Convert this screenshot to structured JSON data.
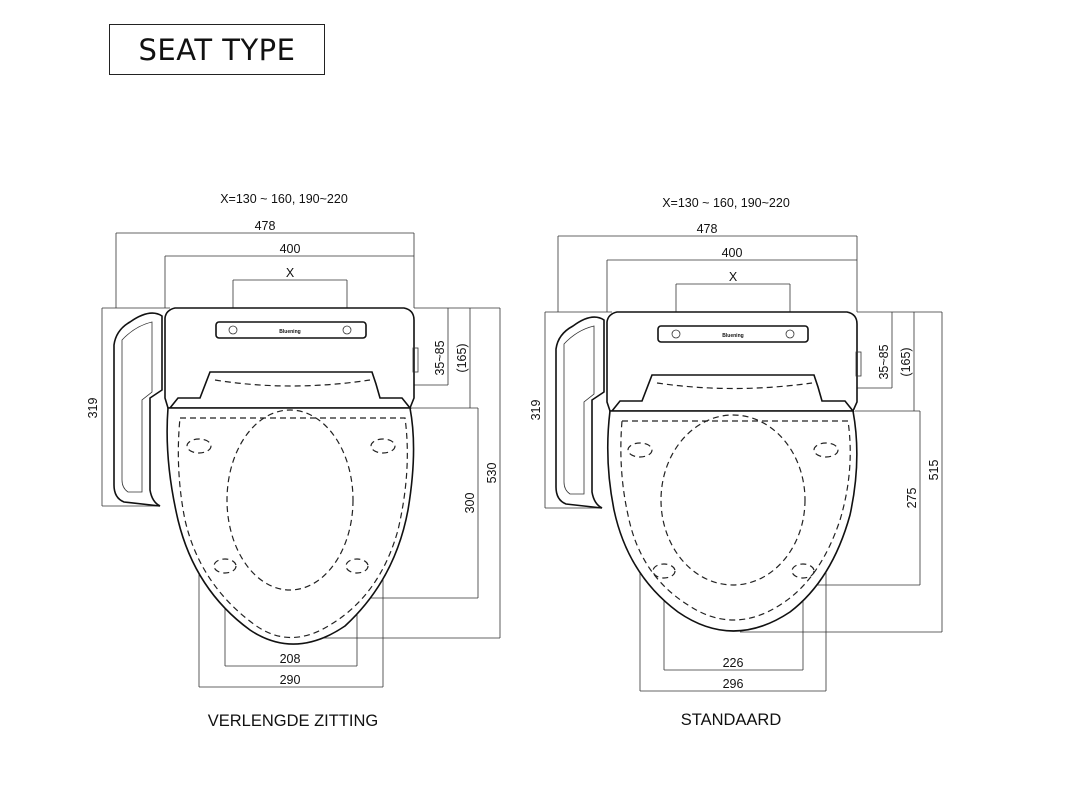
{
  "title": "SEAT TYPE",
  "diagrams": [
    {
      "caption": "VERLENGDE ZITTING",
      "x_range": "X=130 ~ 160, 190~220",
      "dims": {
        "outer_width": "478",
        "inner_width": "400",
        "x_label": "X",
        "side_height": "319",
        "offset": "35~85",
        "offset2": "(165)",
        "length": "300",
        "total_length": "530",
        "bottom_inner": "208",
        "bottom_outer": "290"
      }
    },
    {
      "caption": "STANDAARD",
      "x_range": "X=130 ~ 160, 190~220",
      "dims": {
        "outer_width": "478",
        "inner_width": "400",
        "x_label": "X",
        "side_height": "319",
        "offset": "35~85",
        "offset2": "(165)",
        "length": "275",
        "total_length": "515",
        "bottom_inner": "226",
        "bottom_outer": "296"
      }
    }
  ]
}
